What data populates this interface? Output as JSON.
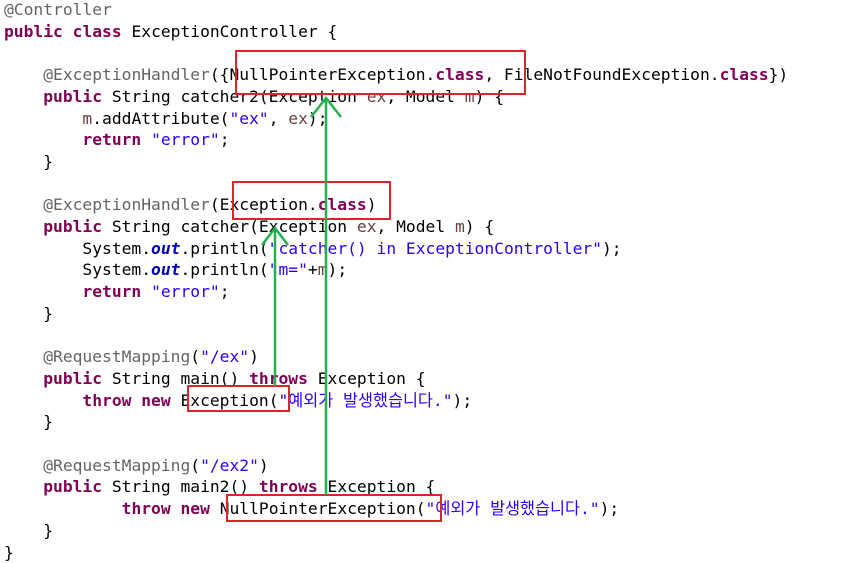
{
  "code": {
    "lines": [
      [
        {
          "t": "@Controller",
          "c": "ann"
        }
      ],
      [
        {
          "t": "public",
          "c": "kw"
        },
        {
          "t": " "
        },
        {
          "t": "class",
          "c": "kw"
        },
        {
          "t": " ExceptionController {"
        }
      ],
      [],
      [
        {
          "t": "    "
        },
        {
          "t": "@ExceptionHandler",
          "c": "ann"
        },
        {
          "t": "({NullPointerException."
        },
        {
          "t": "class",
          "c": "kw"
        },
        {
          "t": ", FileNotFoundException."
        },
        {
          "t": "class",
          "c": "kw"
        },
        {
          "t": "})"
        }
      ],
      [
        {
          "t": "    "
        },
        {
          "t": "public",
          "c": "kw"
        },
        {
          "t": " String catcher2(Exception "
        },
        {
          "t": "ex",
          "c": "var"
        },
        {
          "t": ", Model "
        },
        {
          "t": "m",
          "c": "var"
        },
        {
          "t": ") {"
        }
      ],
      [
        {
          "t": "        "
        },
        {
          "t": "m",
          "c": "var"
        },
        {
          "t": ".addAttribute("
        },
        {
          "t": "\"ex\"",
          "c": "str"
        },
        {
          "t": ", "
        },
        {
          "t": "ex",
          "c": "var"
        },
        {
          "t": ");"
        }
      ],
      [
        {
          "t": "        "
        },
        {
          "t": "return",
          "c": "kw"
        },
        {
          "t": " "
        },
        {
          "t": "\"error\"",
          "c": "str"
        },
        {
          "t": ";"
        }
      ],
      [
        {
          "t": "    }"
        }
      ],
      [],
      [
        {
          "t": "    "
        },
        {
          "t": "@ExceptionHandler",
          "c": "ann"
        },
        {
          "t": "(Exception."
        },
        {
          "t": "class",
          "c": "kw"
        },
        {
          "t": ")"
        }
      ],
      [
        {
          "t": "    "
        },
        {
          "t": "public",
          "c": "kw"
        },
        {
          "t": " String catcher(Exception "
        },
        {
          "t": "ex",
          "c": "var"
        },
        {
          "t": ", Model "
        },
        {
          "t": "m",
          "c": "var"
        },
        {
          "t": ") {"
        }
      ],
      [
        {
          "t": "        System."
        },
        {
          "t": "out",
          "c": "fld"
        },
        {
          "t": ".println("
        },
        {
          "t": "\"catcher() in ExceptionController\"",
          "c": "str"
        },
        {
          "t": ");"
        }
      ],
      [
        {
          "t": "        System."
        },
        {
          "t": "out",
          "c": "fld"
        },
        {
          "t": ".println("
        },
        {
          "t": "\"m=\"",
          "c": "str"
        },
        {
          "t": "+"
        },
        {
          "t": "m",
          "c": "var"
        },
        {
          "t": ");"
        }
      ],
      [
        {
          "t": "        "
        },
        {
          "t": "return",
          "c": "kw"
        },
        {
          "t": " "
        },
        {
          "t": "\"error\"",
          "c": "str"
        },
        {
          "t": ";"
        }
      ],
      [
        {
          "t": "    }"
        }
      ],
      [],
      [
        {
          "t": "    "
        },
        {
          "t": "@RequestMapping",
          "c": "ann"
        },
        {
          "t": "("
        },
        {
          "t": "\"/ex\"",
          "c": "str"
        },
        {
          "t": ")"
        }
      ],
      [
        {
          "t": "    "
        },
        {
          "t": "public",
          "c": "kw"
        },
        {
          "t": " String main() "
        },
        {
          "t": "throws",
          "c": "kw"
        },
        {
          "t": " Exception {"
        }
      ],
      [
        {
          "t": "        "
        },
        {
          "t": "throw",
          "c": "kw"
        },
        {
          "t": " "
        },
        {
          "t": "new",
          "c": "kw"
        },
        {
          "t": " Exception("
        },
        {
          "t": "\"예외가 발생했습니다.\"",
          "c": "str"
        },
        {
          "t": ");"
        }
      ],
      [
        {
          "t": "    }"
        }
      ],
      [],
      [
        {
          "t": "    "
        },
        {
          "t": "@RequestMapping",
          "c": "ann"
        },
        {
          "t": "("
        },
        {
          "t": "\"/ex2\"",
          "c": "str"
        },
        {
          "t": ")"
        }
      ],
      [
        {
          "t": "    "
        },
        {
          "t": "public",
          "c": "kw"
        },
        {
          "t": " String main2() "
        },
        {
          "t": "throws",
          "c": "kw"
        },
        {
          "t": " Exception {"
        }
      ],
      [
        {
          "t": "            "
        },
        {
          "t": "throw",
          "c": "kw"
        },
        {
          "t": " "
        },
        {
          "t": "new",
          "c": "kw"
        },
        {
          "t": " NullPointerException("
        },
        {
          "t": "\"예외가 발생했습니다.\"",
          "c": "str"
        },
        {
          "t": ");"
        }
      ],
      [
        {
          "t": "    }"
        }
      ],
      [
        {
          "t": "}"
        }
      ]
    ]
  },
  "highlights": {
    "box_color": "#d9262b",
    "arrow_color": "#22b14c",
    "boxes": [
      {
        "name": "highlight-box-handler-npe-list",
        "line": 3
      },
      {
        "name": "highlight-box-handler-exception",
        "line": 9
      },
      {
        "name": "highlight-box-throw-exception",
        "line": 18
      },
      {
        "name": "highlight-box-throw-npe",
        "line": 23
      }
    ]
  }
}
